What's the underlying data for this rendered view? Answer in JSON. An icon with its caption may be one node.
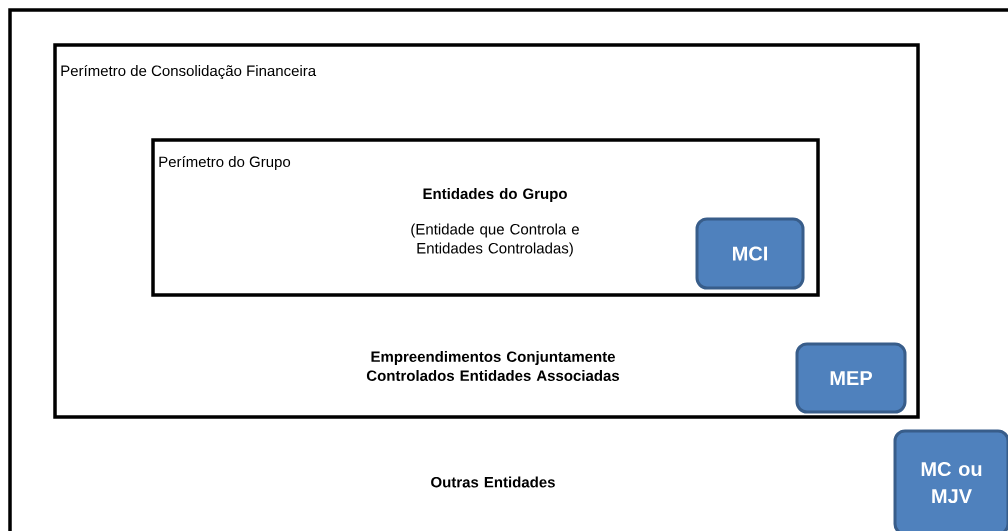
{
  "diagram": {
    "nodes": [
      {
        "text": [
          "Outras Entidades"
        ]
      },
      {
        "text": [
          "Perímetro de Consolidação Financeira",
          "Empreendimentos Conjuntamente Controlados Entidades Associadas"
        ],
        "in": 0
      },
      {
        "text": [
          "Perímetro do Grupo",
          "Entidades do Grupo",
          "(Entidade que Controla e Entidades Controladas)"
        ],
        "in": 1
      },
      {
        "text": [
          "MCI"
        ],
        "in": 2
      },
      {
        "text": [
          "MEP"
        ],
        "in": 1
      },
      {
        "text": [
          "MC ou MJV"
        ],
        "in": 0
      }
    ]
  }
}
